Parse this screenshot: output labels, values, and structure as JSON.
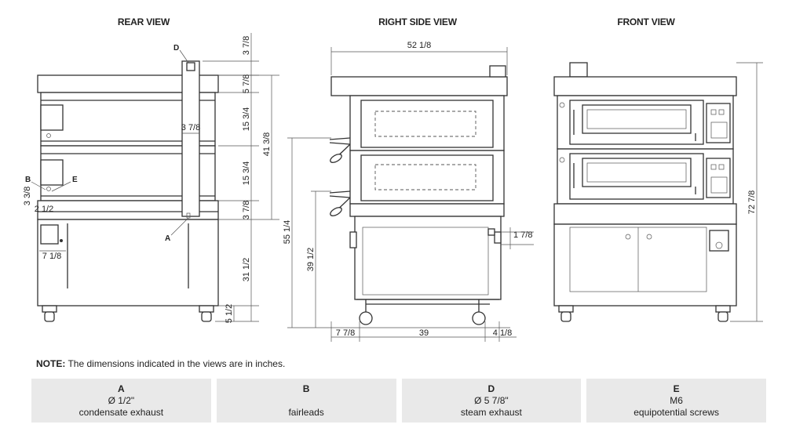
{
  "views": {
    "rear": "REAR VIEW",
    "side": "RIGHT SIDE VIEW",
    "front": "FRONT VIEW"
  },
  "dims": {
    "rear_d1": "3 7/8",
    "rear_d2": "5 7/8",
    "rear_d3": "15 3/4",
    "rear_d4": "41 3/8",
    "rear_d5": "15 3/4",
    "rear_d6": "3 7/8",
    "rear_d7": "31 1/2",
    "rear_d8": "5 1/2",
    "rear_d9": "3 7/8",
    "rear_d10": "3 3/8",
    "rear_d11": "2 1/2",
    "rear_d12": "7 1/8",
    "side_width": "52 1/8",
    "side_h1": "55 1/4",
    "side_h2": "39 1/2",
    "side_h3": "1 7/8",
    "side_b1": "7 7/8",
    "side_b2": "39",
    "side_b3": "4 1/8",
    "front_h": "72 7/8"
  },
  "callouts": {
    "a": "A",
    "b": "B",
    "d": "D",
    "e": "E"
  },
  "note": {
    "label": "NOTE:",
    "text": " The dimensions indicated in the views are in inches."
  },
  "legend": [
    {
      "key": "A",
      "line1": "Ø 1/2\"",
      "line2": "condensate exhaust"
    },
    {
      "key": "B",
      "line1": "",
      "line2": "fairleads"
    },
    {
      "key": "D",
      "line1": "Ø 5 7/8\"",
      "line2": "steam exhaust"
    },
    {
      "key": "E",
      "line1": "M6",
      "line2": "equipotential screws"
    }
  ]
}
